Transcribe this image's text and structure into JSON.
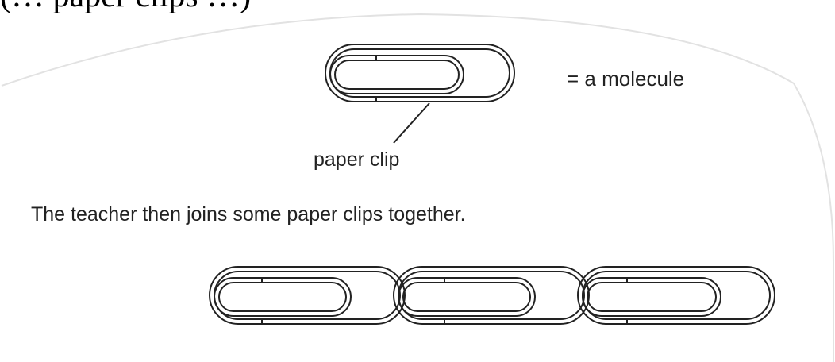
{
  "header": {
    "partial_text": "(… paper clips …)"
  },
  "definition": {
    "equals_text": "=   a molecule"
  },
  "label": {
    "paper_clip": "paper clip"
  },
  "body": {
    "sentence": "The teacher then joins some paper clips together."
  },
  "icons": {
    "single": "paper-clip-icon",
    "chain": "paper-clip-chain-icon"
  },
  "colors": {
    "ink": "#222222",
    "paper_edge": "#dddddd"
  }
}
